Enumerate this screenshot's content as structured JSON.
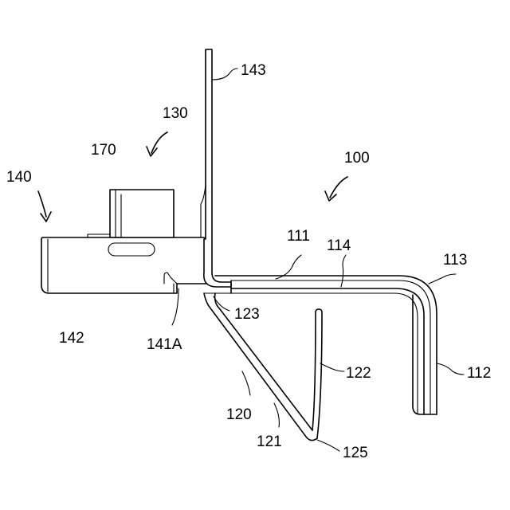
{
  "labels": {
    "l100": "100",
    "l111": "111",
    "l112": "112",
    "l113": "113",
    "l114": "114",
    "l120": "120",
    "l121": "121",
    "l122": "122",
    "l123": "123",
    "l125": "125",
    "l130": "130",
    "l140": "140",
    "l141A": "141A",
    "l142": "142",
    "l143": "143",
    "l170": "170"
  }
}
